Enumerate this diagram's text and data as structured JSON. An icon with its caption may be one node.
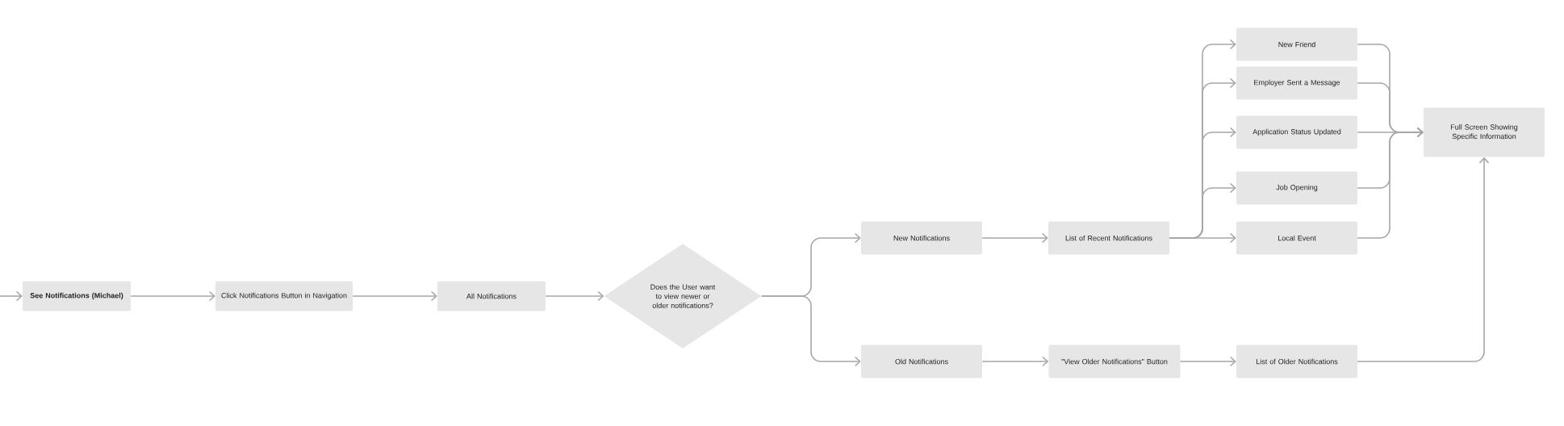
{
  "diagram": {
    "nodes": [
      {
        "text": [
          "See Notifications (Michael)"
        ]
      },
      {
        "text": [
          "Click Notifications Button in Navigation"
        ]
      },
      {
        "text": [
          "All Notifications"
        ]
      },
      {
        "text": [
          "Does the User want to view newer or older notifications?"
        ]
      },
      {
        "text": [
          "New Notifications"
        ]
      },
      {
        "text": [
          "List of Recent Notifications"
        ]
      },
      {
        "text": [
          "New Friend"
        ]
      },
      {
        "text": [
          "Employer Sent a Message"
        ]
      },
      {
        "text": [
          "Application Status Updated"
        ]
      },
      {
        "text": [
          "Job Opening"
        ]
      },
      {
        "text": [
          "Local Event"
        ]
      },
      {
        "text": [
          "Full Screen Showing Specific Information"
        ]
      },
      {
        "text": [
          "Old Notifications"
        ]
      },
      {
        "text": [
          "\"View Older Notifications\" Button"
        ]
      },
      {
        "text": [
          "List of Older Notifications"
        ]
      }
    ],
    "edges": [
      {
        "from": null,
        "to": 0,
        "arrow": "to"
      },
      {
        "from": 0,
        "to": 1,
        "arrow": "to"
      },
      {
        "from": 1,
        "to": 2,
        "arrow": "to"
      },
      {
        "from": 2,
        "to": 3,
        "arrow": "to"
      },
      {
        "from": 3,
        "to": 4,
        "arrow": "to"
      },
      {
        "from": 3,
        "to": 12,
        "arrow": "to"
      },
      {
        "from": 4,
        "to": 5,
        "arrow": "to"
      },
      {
        "from": 5,
        "to": 6,
        "arrow": "to"
      },
      {
        "from": 5,
        "to": 7,
        "arrow": "to"
      },
      {
        "from": 5,
        "to": 8,
        "arrow": "to"
      },
      {
        "from": 5,
        "to": 9,
        "arrow": "to"
      },
      {
        "from": 5,
        "to": 10,
        "arrow": "to"
      },
      {
        "from": 6,
        "to": 11,
        "arrow": "to"
      },
      {
        "from": 7,
        "to": 11,
        "arrow": "to"
      },
      {
        "from": 8,
        "to": 11,
        "arrow": "to"
      },
      {
        "from": 9,
        "to": 11,
        "arrow": "to"
      },
      {
        "from": 10,
        "to": 11,
        "arrow": "to"
      },
      {
        "from": 12,
        "to": 13,
        "arrow": "to"
      },
      {
        "from": 13,
        "to": 14,
        "arrow": "to"
      },
      {
        "from": 14,
        "to": 11,
        "arrow": "to"
      }
    ]
  }
}
